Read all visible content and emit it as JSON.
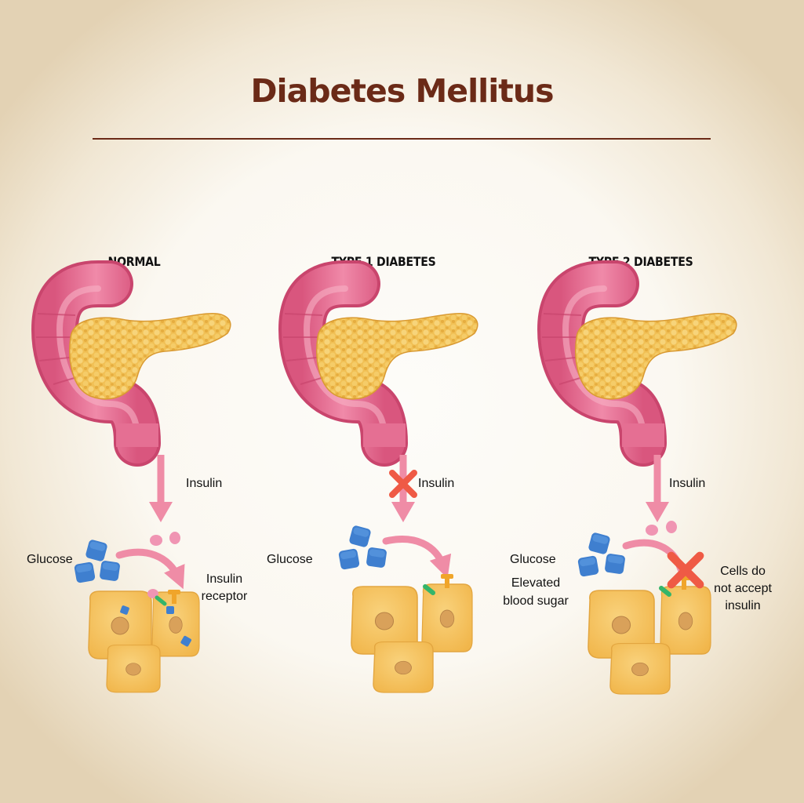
{
  "title": "Diabetes Mellitus",
  "panels": [
    {
      "heading": "NORMAL",
      "insulin_label": "Insulin",
      "glucose_label": "Glucose",
      "receptor_label_1": "Insulin",
      "receptor_label_2": "receptor"
    },
    {
      "heading": "TYPE 1 DIABETES",
      "insulin_label": "Insulin",
      "glucose_label": "Glucose"
    },
    {
      "heading": "TYPE 2 DIABETES",
      "insulin_label": "Insulin",
      "glucose_label": "Glucose",
      "elevated_1": "Elevated",
      "elevated_2": "blood sugar",
      "cells_1": "Cells do",
      "cells_2": "not accept",
      "cells_3": "insulin"
    }
  ],
  "colors": {
    "title": "#6b2a17",
    "duodenum": "#e56f93",
    "pancreas": "#f1c055",
    "arrow": "#ef8ca6",
    "glucose": "#3f7fcf",
    "insulin": "#f095b3",
    "cell": "#f6c463",
    "nucleus": "#d9a15a",
    "receptor_green": "#35b56a",
    "receptor_orange": "#f0a52a",
    "blocked_x": "#ef5a45"
  }
}
